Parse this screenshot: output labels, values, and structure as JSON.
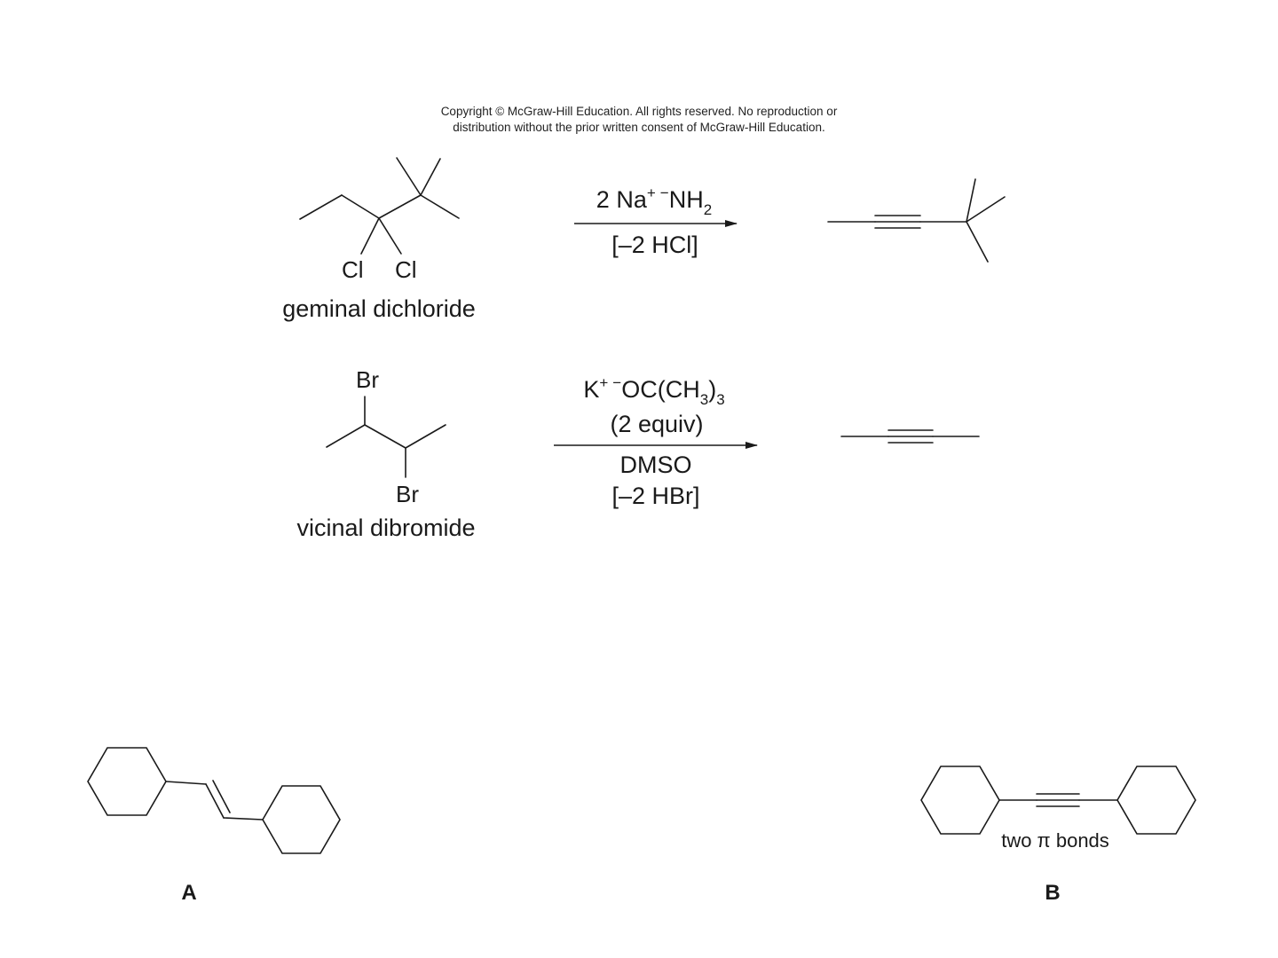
{
  "copyright": {
    "line1": "Copyright © McGraw-Hill Education.  All rights reserved. No reproduction or",
    "line2": "distribution without the prior written consent of McGraw-Hill Education."
  },
  "reaction1": {
    "atom_cl_left": "Cl",
    "atom_cl_right": "Cl",
    "caption": "geminal dichloride",
    "reagent": {
      "coefficient": "2 Na",
      "cation_charge": "+",
      "anion_charge": "−",
      "anion_base": "NH",
      "anion_subscript": "2"
    },
    "byproduct": "[–2 HCl]"
  },
  "reaction2": {
    "atom_br_top": "Br",
    "atom_br_bottom": "Br",
    "caption": "vicinal dibromide",
    "reagent": {
      "cation": "K",
      "cation_charge": "+",
      "anion_charge": "−",
      "anion_part1": "OC(CH",
      "anion_sub1": "3",
      "anion_part2": ")",
      "anion_sub2": "3"
    },
    "equiv": "(2 equiv)",
    "solvent": "DMSO",
    "byproduct": "[–2 HBr]"
  },
  "panel_a": {
    "label": "A"
  },
  "panel_b": {
    "label": "B",
    "note": "two π bonds"
  }
}
